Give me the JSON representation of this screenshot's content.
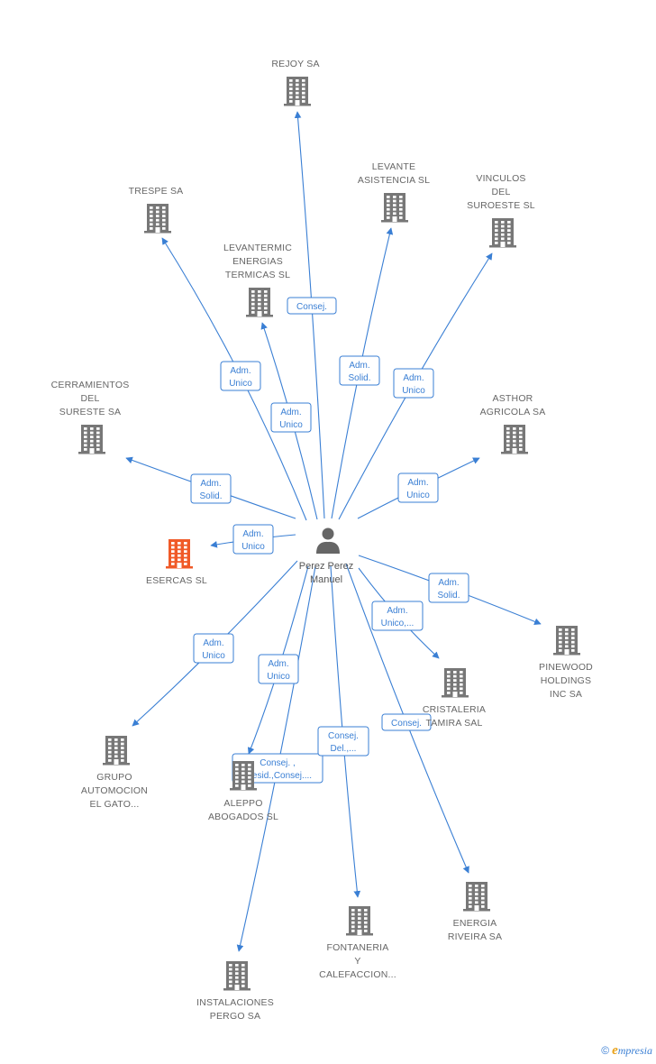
{
  "center": {
    "label_lines": [
      "Perez Perez",
      "Manuel"
    ]
  },
  "nodes": [
    {
      "id": "rejoy",
      "label_lines": [
        "REJOY SA"
      ],
      "highlight": false
    },
    {
      "id": "trespe",
      "label_lines": [
        "TRESPE SA"
      ],
      "highlight": false
    },
    {
      "id": "levante",
      "label_lines": [
        "LEVANTE",
        "ASISTENCIA SL"
      ],
      "highlight": false
    },
    {
      "id": "vinculos",
      "label_lines": [
        "VINCULOS",
        "DEL",
        "SUROESTE SL"
      ],
      "highlight": false
    },
    {
      "id": "levantermic",
      "label_lines": [
        "LEVANTERMIC",
        "ENERGIAS",
        "TERMICAS SL"
      ],
      "highlight": false
    },
    {
      "id": "cerramientos",
      "label_lines": [
        "CERRAMIENTOS",
        "DEL",
        "SURESTE SA"
      ],
      "highlight": false
    },
    {
      "id": "asthor",
      "label_lines": [
        "ASTHOR",
        "AGRICOLA SA"
      ],
      "highlight": false
    },
    {
      "id": "esercas",
      "label_lines": [
        "ESERCAS SL"
      ],
      "highlight": true
    },
    {
      "id": "pinewood",
      "label_lines": [
        "PINEWOOD",
        "HOLDINGS",
        "INC SA"
      ],
      "highlight": false
    },
    {
      "id": "cristaleria",
      "label_lines": [
        "CRISTALERIA",
        "TAMIRA SAL"
      ],
      "highlight": false
    },
    {
      "id": "grupo",
      "label_lines": [
        "GRUPO",
        "AUTOMOCION",
        "EL GATO..."
      ],
      "highlight": false
    },
    {
      "id": "aleppo",
      "label_lines": [
        "ALEPPO",
        "ABOGADOS SL"
      ],
      "highlight": false
    },
    {
      "id": "energia",
      "label_lines": [
        "ENERGIA",
        "RIVEIRA SA"
      ],
      "highlight": false
    },
    {
      "id": "fontaneria",
      "label_lines": [
        "FONTANERIA",
        "Y",
        "CALEFACCION..."
      ],
      "highlight": false
    },
    {
      "id": "instalaciones",
      "label_lines": [
        "INSTALACIONES",
        "PERGO SA"
      ],
      "highlight": false
    }
  ],
  "edges": [
    {
      "target": "rejoy",
      "label_lines": [
        "Consej."
      ]
    },
    {
      "target": "trespe",
      "label_lines": [
        "Adm.",
        "Unico"
      ]
    },
    {
      "target": "levante",
      "label_lines": [
        "Adm.",
        "Solid."
      ]
    },
    {
      "target": "vinculos",
      "label_lines": [
        "Adm.",
        "Unico"
      ]
    },
    {
      "target": "levantermic",
      "label_lines": [
        "Adm.",
        "Unico"
      ]
    },
    {
      "target": "cerramientos",
      "label_lines": [
        "Adm.",
        "Solid."
      ]
    },
    {
      "target": "asthor",
      "label_lines": [
        "Adm.",
        "Unico"
      ]
    },
    {
      "target": "esercas",
      "label_lines": [
        "Adm.",
        "Unico"
      ]
    },
    {
      "target": "pinewood",
      "label_lines": [
        "Adm.",
        "Solid."
      ]
    },
    {
      "target": "cristaleria",
      "label_lines": [
        "Adm.",
        "Unico,..."
      ]
    },
    {
      "target": "grupo",
      "label_lines": [
        "Adm.",
        "Unico"
      ]
    },
    {
      "target": "aleppo",
      "label_lines": [
        "Adm.",
        "Unico"
      ]
    },
    {
      "target": "instalaciones",
      "label_lines": [
        "Consej. ,",
        "Presid.,Consej...."
      ]
    },
    {
      "target": "fontaneria",
      "label_lines": [
        "Consej.",
        "Del.,..."
      ]
    },
    {
      "target": "energia",
      "label_lines": [
        "Consej."
      ]
    }
  ],
  "colors": {
    "edge": "#3a7fd4",
    "building": "#777777",
    "highlight": "#f05a28",
    "person": "#666666"
  },
  "icons": {
    "company": "building-icon",
    "person": "person-icon"
  },
  "brand": {
    "symbol": "©",
    "initial": "e",
    "rest": "mpresia"
  }
}
